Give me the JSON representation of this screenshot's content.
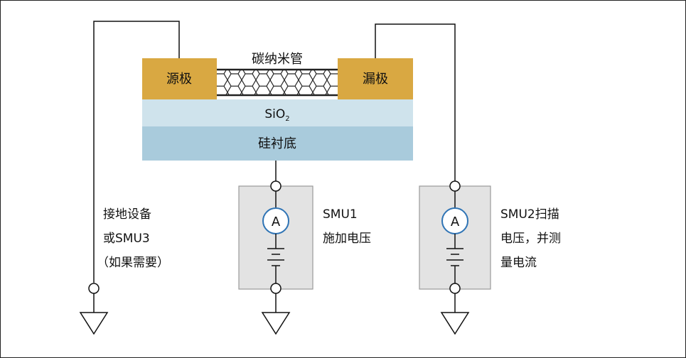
{
  "device": {
    "cnt_label": "碳纳米管",
    "source_label": "源极",
    "drain_label": "漏极",
    "oxide_label_main": "SiO",
    "oxide_label_sub": "2",
    "substrate_label": "硅衬底"
  },
  "left_branch": {
    "line1": "接地设备",
    "line2": "或SMU3",
    "line3": "（如果需要）"
  },
  "smu1": {
    "meter_symbol": "A",
    "line1": "SMU1",
    "line2": "施加电压"
  },
  "smu2": {
    "meter_symbol": "A",
    "line1": "SMU2扫描",
    "line2": "电压，并测",
    "line3": "量电流"
  },
  "colors": {
    "electrode": "#D9A842",
    "oxide": "#CFE3EC",
    "substrate": "#A9CBDC",
    "smu_box": "#E3E3E3",
    "meter_stroke": "#2F74B5"
  }
}
